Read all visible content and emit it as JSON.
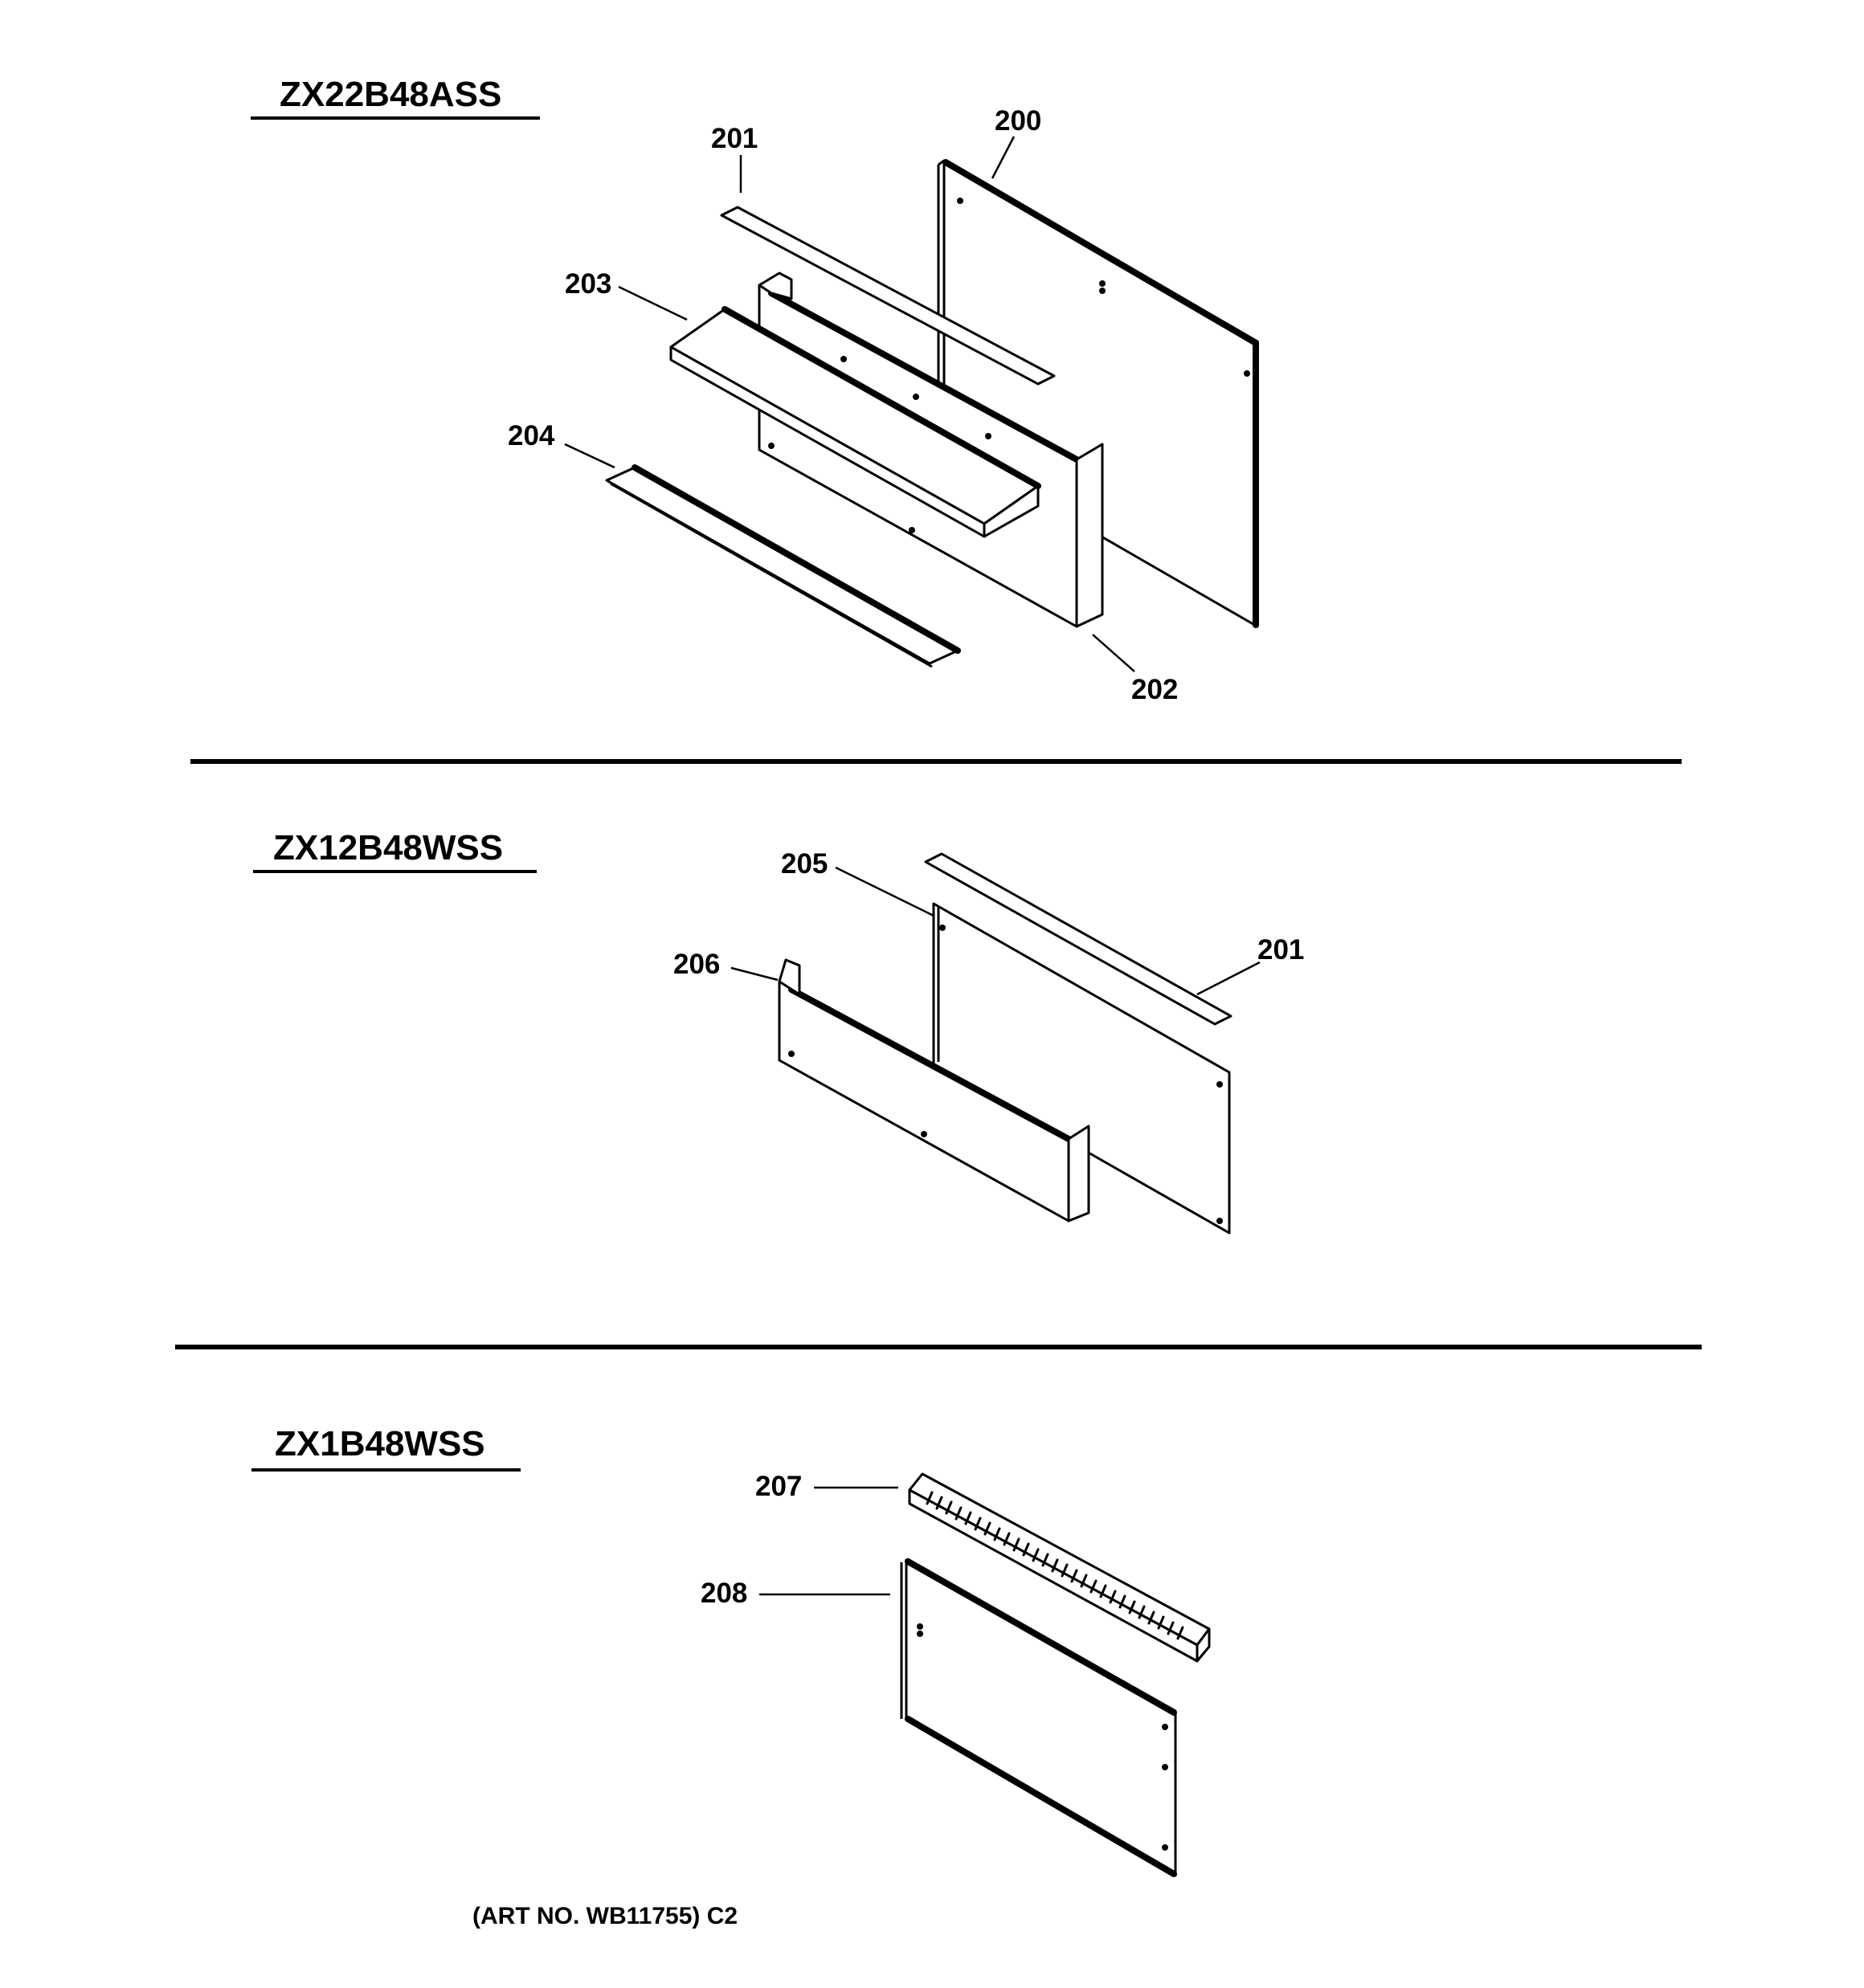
{
  "sections": [
    {
      "model": "ZX22B48ASS",
      "callouts": [
        "200",
        "201",
        "203",
        "204",
        "202"
      ]
    },
    {
      "model": "ZX12B48WSS",
      "callouts": [
        "205",
        "201",
        "206"
      ]
    },
    {
      "model": "ZX1B48WSS",
      "callouts": [
        "207",
        "208"
      ]
    }
  ],
  "footer": "(ART NO. WB11755) C2"
}
